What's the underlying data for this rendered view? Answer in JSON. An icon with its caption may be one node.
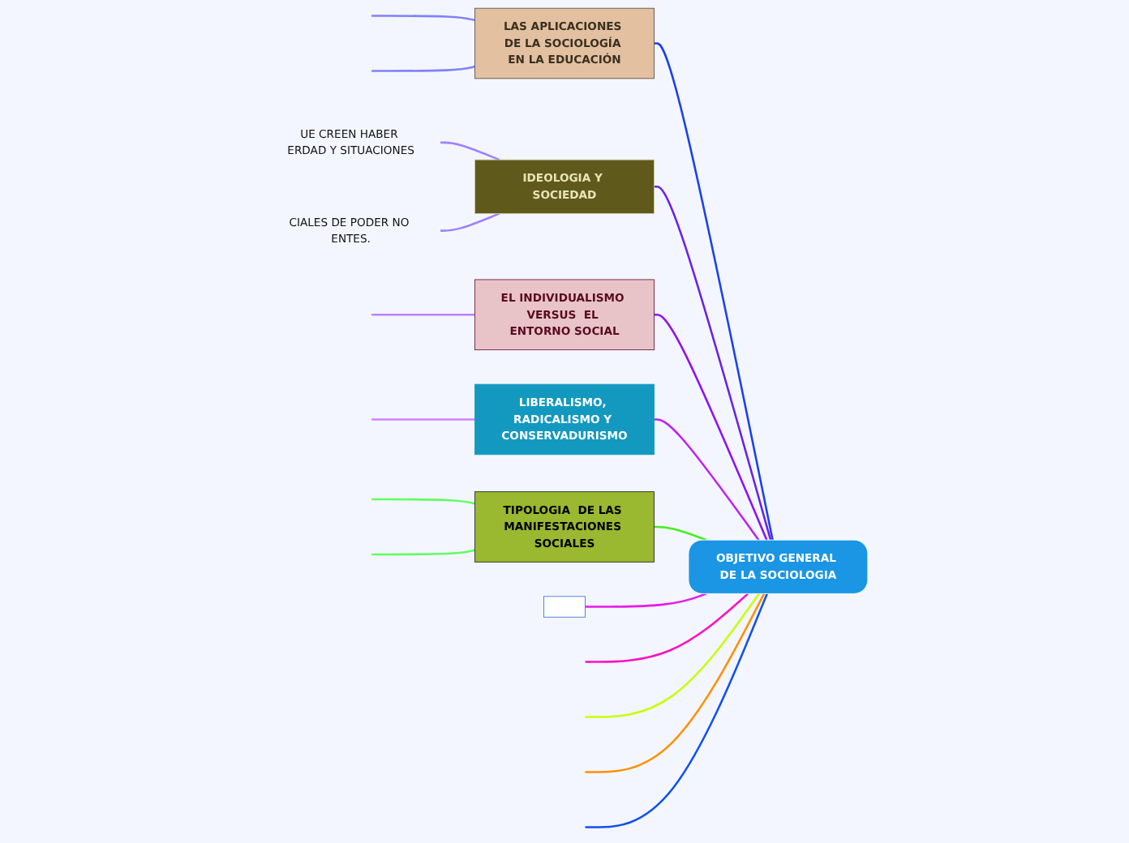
{
  "diagram": {
    "nodes": [
      {
        "text": [
          "OBJETIVO GENERAL DE LA SOCIOLOGIA"
        ]
      },
      {
        "text": [
          "LAS APLICACIONES DE LA SOCIOLOGÍA EN LA EDUCACIÓN"
        ]
      },
      {
        "text": [
          "UE CREEN HABER ERDAD Y SITUACIONES"
        ]
      },
      {
        "text": [
          "IDEOLOGIA Y SOCIEDAD"
        ]
      },
      {
        "text": [
          "CIALES DE PODER NO ENTES."
        ]
      },
      {
        "text": [
          "EL INDIVIDUALISMO VERSUS  EL ENTORNO SOCIAL"
        ]
      },
      {
        "text": [
          "LIBERALISMO, RADICALISMO Y CONSERVADURISMO"
        ]
      },
      {
        "text": [
          "TIPOLOGIA  DE LAS MANIFESTACIONES SOCIALES"
        ]
      },
      {
        "text": [],
        "shape": "box"
      }
    ],
    "edges": [
      {
        "from": 0,
        "to": 1,
        "arrow": "none",
        "color": "#1a40f0"
      },
      {
        "from": 0,
        "to": 3,
        "arrow": "none",
        "color": "#6a20e8"
      },
      {
        "from": 0,
        "to": 5,
        "arrow": "none",
        "color": "#9010f0"
      },
      {
        "from": 0,
        "to": 6,
        "arrow": "none",
        "color": "#c020f0"
      },
      {
        "from": 0,
        "to": 8,
        "arrow": "none",
        "color": "#e818e8"
      },
      {
        "from": 0,
        "to": 7,
        "arrow": "none",
        "color": "#40f020"
      },
      {
        "from": 3,
        "to": 2,
        "arrow": "none",
        "color": "#a080ff"
      },
      {
        "from": 3,
        "to": 4,
        "arrow": "none",
        "color": "#a080ff"
      },
      {
        "from": 0,
        "to": null,
        "arrow": "none",
        "color": "#1050f0"
      },
      {
        "from": 0,
        "to": null,
        "arrow": "none",
        "color": "#ff9000"
      },
      {
        "from": 0,
        "to": null,
        "arrow": "none",
        "color": "#c8ff00"
      },
      {
        "from": 0,
        "to": null,
        "arrow": "none",
        "color": "#ff10c0"
      },
      {
        "from": 1,
        "to": null,
        "arrow": "none",
        "color": "#8080ff"
      },
      {
        "from": 1,
        "to": null,
        "arrow": "none",
        "color": "#8080ff"
      },
      {
        "from": 5,
        "to": null,
        "arrow": "none",
        "color": "#c080ff"
      },
      {
        "from": 6,
        "to": null,
        "arrow": "none",
        "color": "#d080ff"
      },
      {
        "from": 7,
        "to": null,
        "arrow": "none",
        "color": "#60ff60"
      },
      {
        "from": 7,
        "to": null,
        "arrow": "none",
        "color": "#60ff60"
      }
    ]
  }
}
